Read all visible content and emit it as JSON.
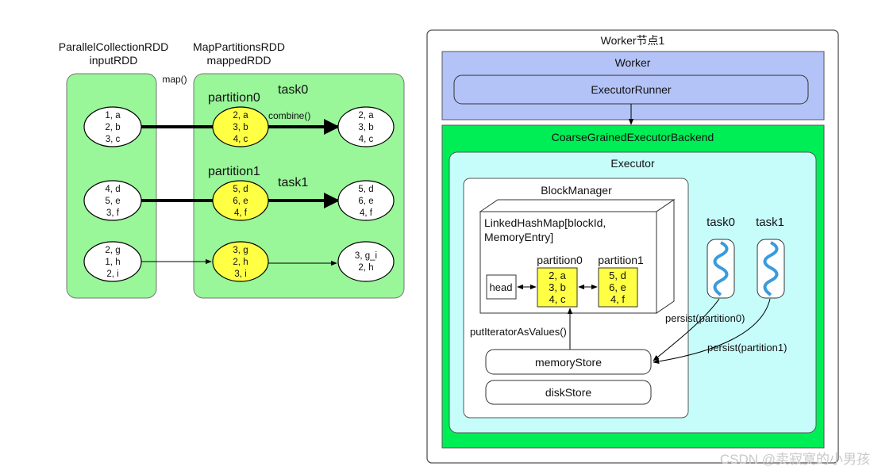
{
  "left": {
    "input_rdd": {
      "type_label": "ParallelCollectionRDD",
      "name": "inputRDD"
    },
    "mapped_rdd": {
      "type_label": "MapPartitionsRDD",
      "name": "mappedRDD"
    },
    "map_label": "map()",
    "combine_label": "combine()",
    "rows": [
      {
        "input": [
          "1, a",
          "2, b",
          "3, c"
        ],
        "partition_label": "partition0",
        "task_label": "task0",
        "mapped": [
          "2, a",
          "3, b",
          "4, c"
        ],
        "output": [
          "2, a",
          "3, b",
          "4, c"
        ]
      },
      {
        "input": [
          "4, d",
          "5, e",
          "3, f"
        ],
        "partition_label": "partition1",
        "task_label": "task1",
        "mapped": [
          "5, d",
          "6, e",
          "4, f"
        ],
        "output": [
          "5, d",
          "6, e",
          "4, f"
        ]
      },
      {
        "input": [
          "2, g",
          "1, h",
          "2, i"
        ],
        "partition_label": "",
        "task_label": "",
        "mapped": [
          "3, g",
          "2, h",
          "3, i"
        ],
        "output": [
          "3, g_i",
          "2, h"
        ]
      }
    ]
  },
  "right": {
    "worker_node_title": "Worker节点1",
    "worker_title": "Worker",
    "executor_runner": "ExecutorRunner",
    "backend_title": "CoarseGrainedExecutorBackend",
    "executor_title": "Executor",
    "block_manager_title": "BlockManager",
    "linked_hash_map_line1": "LinkedHashMap[blockId,",
    "linked_hash_map_line2": "MemoryEntry]",
    "head_label": "head",
    "partition0": {
      "label": "partition0",
      "entries": [
        "2, a",
        "3, b",
        "4, c"
      ]
    },
    "partition1": {
      "label": "partition1",
      "entries": [
        "5, d",
        "6, e",
        "4, f"
      ]
    },
    "task0": "task0",
    "task1": "task1",
    "persist0": "persist(partition0)",
    "persist1": "persist(partition1)",
    "put_iterator": "putIteratorAsValues()",
    "memory_store": "memoryStore",
    "disk_store": "diskStore"
  },
  "watermark": "CSDN @卖寂寞的小男孩",
  "colors": {
    "rdd_green": "#99f699",
    "partition_yellow": "#ffff44",
    "worker_blue": "#b3c3f7",
    "backend_green": "#00ee55",
    "executor_cyan": "#c6fdfb"
  }
}
